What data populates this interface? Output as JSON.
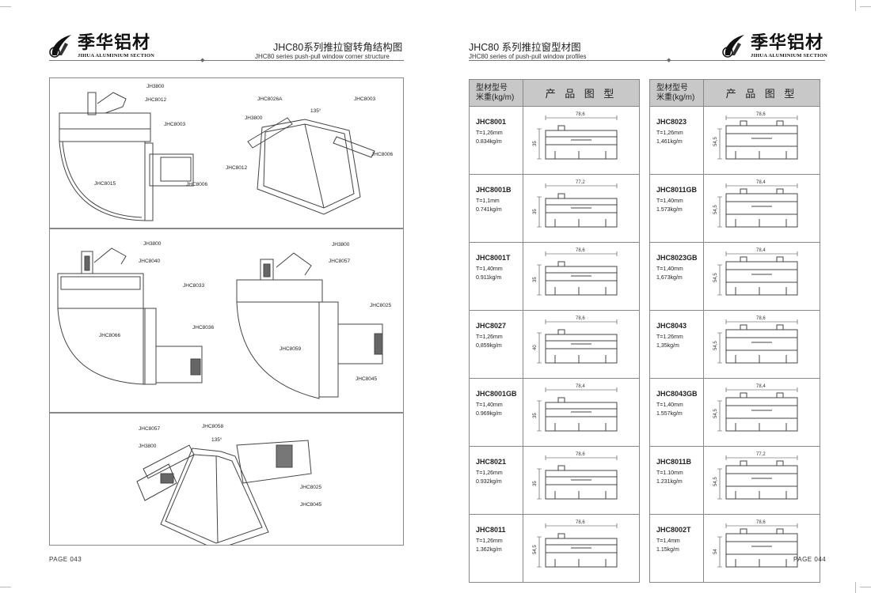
{
  "left_page": {
    "logo_cn": "季华铝材",
    "logo_en": "JIHUA ALUMINIUM SECTION",
    "title": "JHC80系列推拉窗转角结构图",
    "subtitle": "JHC80 series push-pull window corner structure",
    "footer": "PAGE 043",
    "panels": [
      {
        "labels": [
          "JH3800",
          "JHC8012",
          "JHC8003",
          "JHC8015",
          "JHC8006",
          "JHC8026A",
          "135°",
          "JHC8003",
          "JH3800",
          "JHC8006",
          "JHC8012"
        ]
      },
      {
        "labels": [
          "JH3800",
          "JHC8040",
          "JHC8033",
          "JHC8066",
          "JHC8036",
          "JH3800",
          "JHC8057",
          "JHC8025",
          "JHC8059",
          "JHC8045"
        ]
      },
      {
        "labels": [
          "JHC8057",
          "JHC8058",
          "135°",
          "JH3800",
          "JHC8025",
          "JHC8045"
        ]
      }
    ]
  },
  "right_page": {
    "logo_cn": "季华铝材",
    "logo_en": "JIHUA ALUMINIUM SECTION",
    "title": "JHC80 系列推拉窗型材图",
    "subtitle": "JHC80 series of push-pull window profiles",
    "footer": "PAGE 044",
    "table_header": {
      "code_line1": "型材型号",
      "code_line2": "米重(kg/m)",
      "image": "产 品 图 型"
    },
    "left_column": [
      {
        "code": "JHC8001",
        "thickness": "T=1,26mm",
        "weight": "0.834kg/m",
        "width": "78,6",
        "height": "35"
      },
      {
        "code": "JHC8001B",
        "thickness": "T=1,1mm",
        "weight": "0.741kg/m",
        "width": "77,2",
        "height": "35"
      },
      {
        "code": "JHC8001T",
        "thickness": "T=1,40mm",
        "weight": "0.911kg/m",
        "width": "78,6",
        "height": "35"
      },
      {
        "code": "JHC8027",
        "thickness": "T=1,26mm",
        "weight": "0,859kg/m",
        "width": "78,6",
        "height": "40"
      },
      {
        "code": "JHC8001GB",
        "thickness": "T=1,40mm",
        "weight": "0.969kg/m",
        "width": "78,4",
        "height": "35"
      },
      {
        "code": "JHC8021",
        "thickness": "T=1,26mm",
        "weight": "0.932kg/m",
        "width": "78,6",
        "height": "35"
      },
      {
        "code": "JHC8011",
        "thickness": "T=1,26mm",
        "weight": "1.362kg/m",
        "width": "78,6",
        "height": "54,5"
      }
    ],
    "right_column": [
      {
        "code": "JHC8023",
        "thickness": "T=1,26mm",
        "weight": "1,461kg/m",
        "width": "78,6",
        "height": "54,5"
      },
      {
        "code": "JHC8011GB",
        "thickness": "T=1,40mm",
        "weight": "1.573kg/m",
        "width": "78,4",
        "height": "54,5"
      },
      {
        "code": "JHC8023GB",
        "thickness": "T=1,40mm",
        "weight": "1,673kg/m",
        "width": "78,4",
        "height": "54,5"
      },
      {
        "code": "JHC8043",
        "thickness": "T=1.26mm",
        "weight": "1,35kg/m",
        "width": "78,6",
        "height": "54,5"
      },
      {
        "code": "JHC8043GB",
        "thickness": "T=1,40mm",
        "weight": "1.557kg/m",
        "width": "78,4",
        "height": "54,5"
      },
      {
        "code": "JHC8011B",
        "thickness": "T=1.10mm",
        "weight": "1.231kg/m",
        "width": "77,2",
        "height": "54,5"
      },
      {
        "code": "JHC8002T",
        "thickness": "T=1,4mm",
        "weight": "1.15kg/m",
        "width": "78,6",
        "height": "54"
      }
    ]
  }
}
